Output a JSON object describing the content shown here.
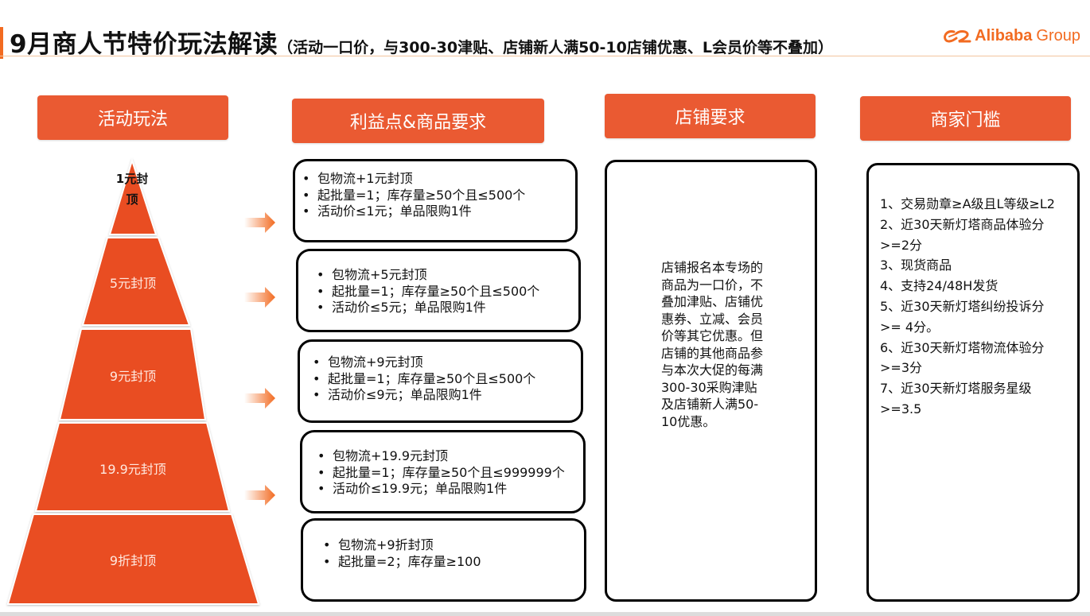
{
  "header": {
    "title": "9月商人节特价玩法解读",
    "subtitle": "（活动一口价，与300-30津贴、店铺新人满50-10店铺优惠、L会员价等不叠加）",
    "logo_brand": "Alibaba",
    "logo_group": "Group",
    "accent_color": "#f26b21"
  },
  "columns": {
    "activity": "活动玩法",
    "benefits": "利益点&商品要求",
    "shop": "店铺要求",
    "merchant": "商家门槛"
  },
  "pyramid": {
    "color": "#e94e20",
    "tiers": [
      {
        "label": "1元封顶"
      },
      {
        "label": "5元封顶"
      },
      {
        "label": "9元封顶"
      },
      {
        "label": "19.9元封顶"
      },
      {
        "label": "9折封顶"
      }
    ]
  },
  "benefits": [
    {
      "lines": [
        "包物流+1元封顶",
        "起批量=1；库存量≥50个且≤500个",
        "活动价≤1元；单品限购1件"
      ]
    },
    {
      "lines": [
        "包物流+5元封顶",
        "起批量=1；库存量≥50个且≤500个",
        "活动价≤5元；单品限购1件"
      ]
    },
    {
      "lines": [
        "包物流+9元封顶",
        "起批量=1；库存量≥50个且≤500个",
        "活动价≤9元；单品限购1件"
      ]
    },
    {
      "lines": [
        "包物流+19.9元封顶",
        "起批量=1；库存量≥50个且≤999999个",
        "活动价≤19.9元；单品限购1件"
      ]
    },
    {
      "lines": [
        "包物流+9折封顶",
        "起批量=2；库存量≥100"
      ]
    }
  ],
  "shop_requirement": "店铺报名本专场的商品为一口价，不叠加津贴、店铺优惠券、立减、会员价等其它优惠。但店铺的其他商品参与本次大促的每满300-30采购津贴及店铺新人满50-10优惠。",
  "merchant_threshold": [
    "1、交易勋章≥A级且L等级≥L2",
    "2、近30天新灯塔商品体验分",
    ">=2分",
    "3、现货商品",
    "4、支持24/48H发货",
    "5、近30天新灯塔纠纷投诉分",
    ">= 4分。",
    "6、近30天新灯塔物流体验分",
    ">=3分",
    "7、近30天新灯塔服务星级",
    ">=3.5"
  ]
}
